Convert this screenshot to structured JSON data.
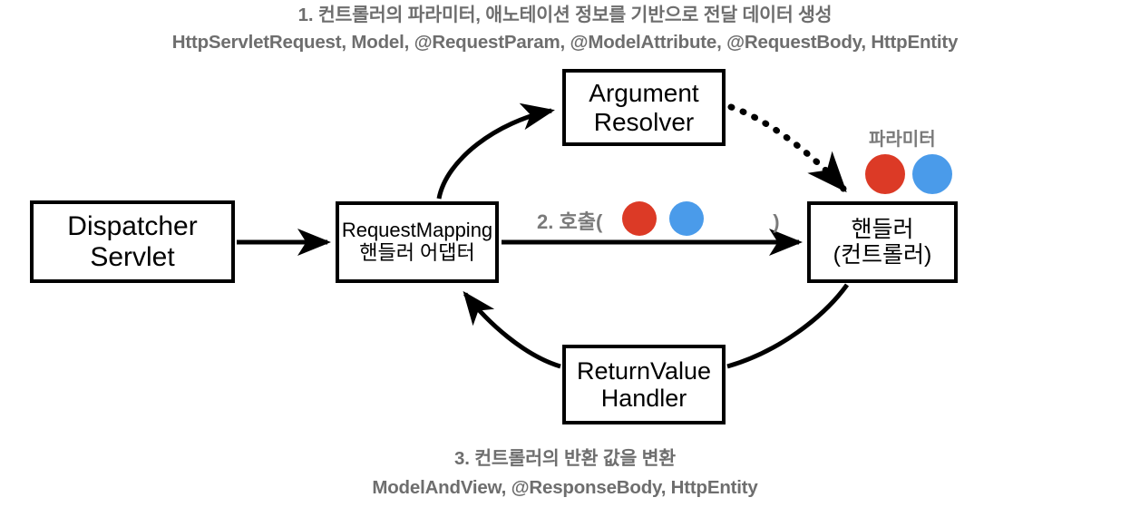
{
  "diagram": {
    "title_top": {
      "line1": "1. 컨트롤러의 파라미터, 애노테이션 정보를 기반으로 전달 데이터 생성",
      "line2": "HttpServletRequest, Model, @RequestParam, @ModelAttribute, @RequestBody, HttpEntity"
    },
    "title_bottom": {
      "line1": "3. 컨트롤러의 반환 값을 변환",
      "line2": "ModelAndView, @ResponseBody, HttpEntity"
    },
    "nodes": [
      {
        "id": "dispatcher-servlet",
        "line1": "Dispatcher",
        "line2": "Servlet"
      },
      {
        "id": "argument-resolver",
        "line1": "Argument",
        "line2": "Resolver"
      },
      {
        "id": "request-mapping-handler-adapter",
        "line1": "RequestMapping",
        "line2": "핸들러 어댑터"
      },
      {
        "id": "handler-controller",
        "line1": "핸들러",
        "line2": "(컨트롤러)"
      },
      {
        "id": "return-value-handler",
        "line1": "ReturnValue",
        "line2": "Handler"
      }
    ],
    "labels": {
      "call_prefix": "2. 호출(",
      "call_suffix": ")",
      "parameter": "파라미터"
    },
    "colors": {
      "red_dot": "#DC3A26",
      "blue_dot": "#4A9BEA",
      "text_gray": "#6E6E6E",
      "label_gray": "#7A7A7A",
      "stroke": "#000000",
      "background": "#FFFFFF"
    }
  }
}
